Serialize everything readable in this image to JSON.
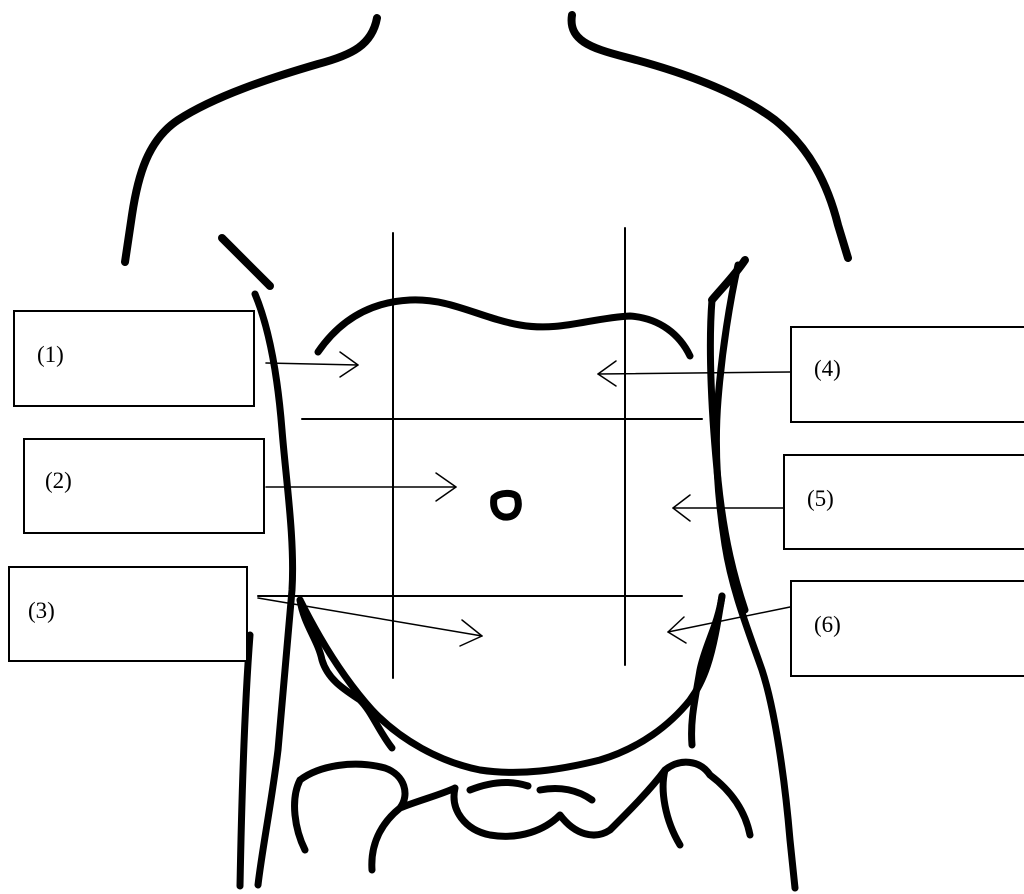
{
  "labels": [
    {
      "id": "1",
      "text": "(1)"
    },
    {
      "id": "2",
      "text": "(2)"
    },
    {
      "id": "3",
      "text": "(3)"
    },
    {
      "id": "4",
      "text": "(4)"
    },
    {
      "id": "5",
      "text": "(5)"
    },
    {
      "id": "6",
      "text": "(6)"
    }
  ],
  "colors": {
    "ink": "#000000",
    "background": "#ffffff"
  }
}
